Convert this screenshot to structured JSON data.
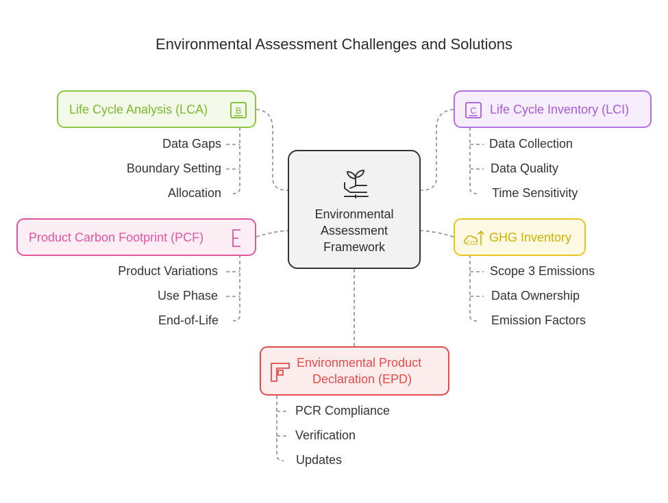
{
  "title": "Environmental Assessment Challenges and Solutions",
  "center": {
    "line1": "Environmental",
    "line2": "Assessment",
    "line3": "Framework",
    "icon": "seedling-hand-icon"
  },
  "colors": {
    "lca": "#8cc63f",
    "lci": "#b26fe0",
    "pcf": "#e0559e",
    "ghg": "#e5c51f",
    "epd": "#e34b4b",
    "center": "#333333"
  },
  "lca": {
    "label": "Life Cycle Analysis (LCA)",
    "icon": "letter-b-icon",
    "items": [
      "Data Gaps",
      "Boundary Setting",
      "Allocation"
    ]
  },
  "lci": {
    "label": "Life Cycle Inventory (LCI)",
    "icon": "letter-c-icon",
    "items": [
      "Data Collection",
      "Data Quality",
      "Time Sensitivity"
    ]
  },
  "pcf": {
    "label": "Product Carbon Footprint (PCF)",
    "icon": "letter-e-icon",
    "items": [
      "Product Variations",
      "Use Phase",
      "End-of-Life"
    ]
  },
  "ghg": {
    "label": "GHG Inventory",
    "icon": "co2-icon",
    "items": [
      "Scope 3 Emissions",
      "Data Ownership",
      "Emission Factors"
    ]
  },
  "epd": {
    "label_line1": "Environmental Product",
    "label_line2": "Declaration (EPD)",
    "icon": "letter-f-icon",
    "items": [
      "PCR Compliance",
      "Verification",
      "Updates"
    ]
  }
}
